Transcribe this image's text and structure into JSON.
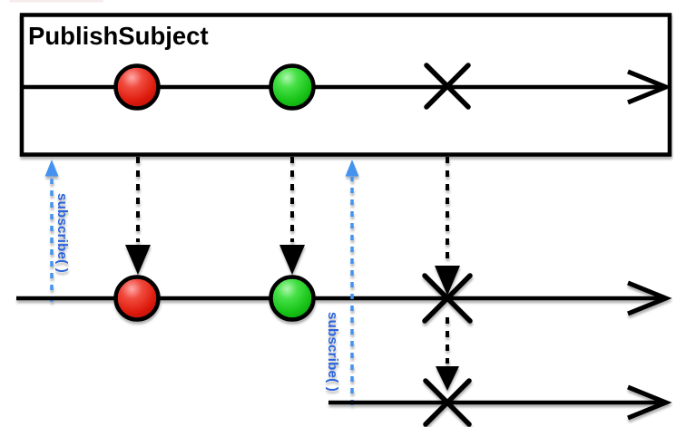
{
  "title": "PublishSubject",
  "subscribe_labels": {
    "first": "subscribe( )",
    "second": "subscribe( )"
  },
  "colors": {
    "stroke": "#000000",
    "background": "#ffffff",
    "subscribe_arrow_blue": "#4593ee",
    "subscribe_text_blue": "#2c63da",
    "marble_red": "#e4251b",
    "marble_green": "#22cc22"
  },
  "diagram": {
    "type": "marble-diagram",
    "source_timeline": {
      "label": "PublishSubject",
      "events": [
        {
          "kind": "next",
          "marble_color": "red"
        },
        {
          "kind": "next",
          "marble_color": "green"
        },
        {
          "kind": "error",
          "symbol": "X"
        }
      ]
    },
    "subscriber_timelines": [
      {
        "subscribe_label": "subscribe( )",
        "subscribed": "before first emission",
        "received_events": [
          {
            "kind": "next",
            "marble_color": "red"
          },
          {
            "kind": "next",
            "marble_color": "green"
          },
          {
            "kind": "error",
            "symbol": "X"
          }
        ]
      },
      {
        "subscribe_label": "subscribe( )",
        "subscribed": "after green emission, before error",
        "received_events": [
          {
            "kind": "error",
            "symbol": "X"
          }
        ]
      }
    ]
  }
}
